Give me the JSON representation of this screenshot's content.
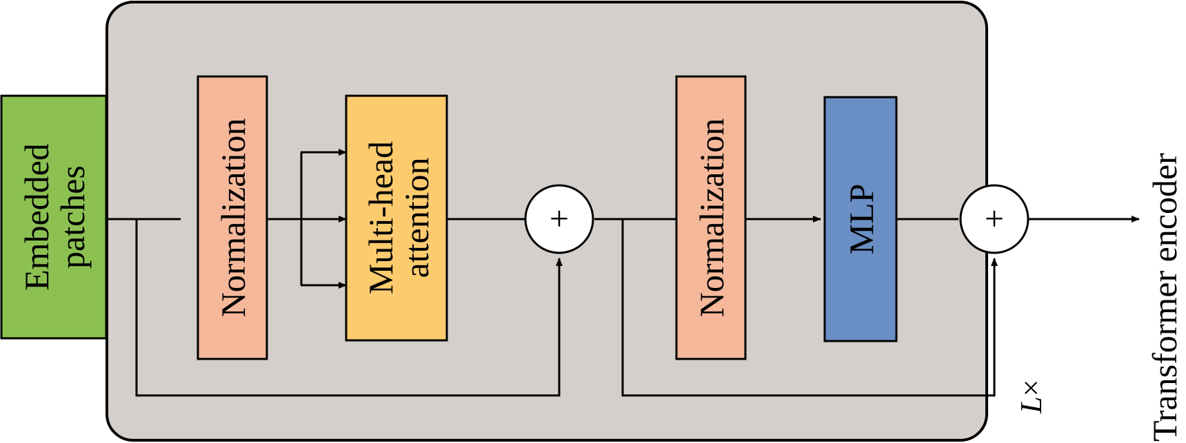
{
  "input": {
    "line1": "Embedded",
    "line2": "patches"
  },
  "norm1": {
    "label": "Normalization"
  },
  "attention": {
    "line1": "Multi-head",
    "line2": "attention"
  },
  "add1": {
    "symbol": "+"
  },
  "norm2": {
    "label": "Normalization"
  },
  "mlp": {
    "label": "MLP"
  },
  "add2": {
    "symbol": "+"
  },
  "repeat": {
    "var": "L",
    "times": "×"
  },
  "output": {
    "label": "Transformer encoder"
  },
  "colors": {
    "container": "#d5cfcc",
    "embedded": "#8cc152",
    "normalization": "#f6b89a",
    "attention": "#fccb6e",
    "mlp": "#6a8fc4",
    "circle": "#ffffff",
    "stroke": "#000000"
  }
}
